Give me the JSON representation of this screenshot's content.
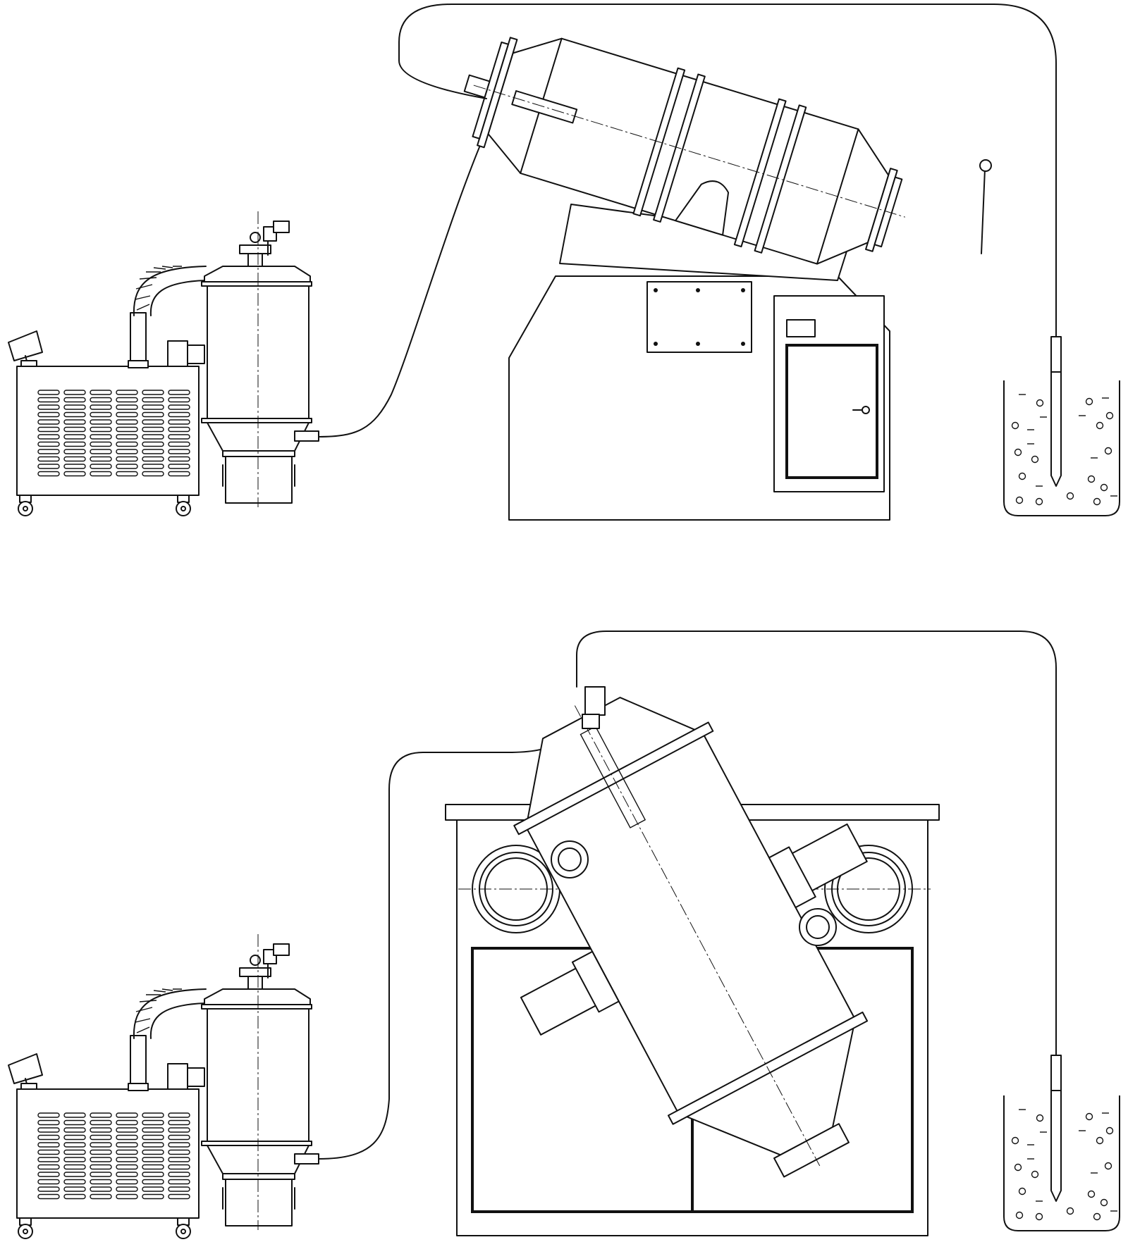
{
  "colors": {
    "line": "#111111",
    "background": "#ffffff"
  },
  "scenes": [
    {
      "id": "top-scene",
      "mixer_orientation": "tilted-drum"
    },
    {
      "id": "bottom-scene",
      "mixer_orientation": "front-view-double-cone"
    }
  ],
  "components": {
    "vacuum_pump_cabinet": {
      "icon": "vacuum-pump-cabinet-icon",
      "vent_columns": 6,
      "vent_rows": 12
    },
    "vacuum_receiver": {
      "icon": "vacuum-receiver-icon"
    },
    "mixer": {
      "icon": "two-dimensional-mixer-icon"
    },
    "material_container": {
      "icon": "material-beaker-icon"
    }
  }
}
